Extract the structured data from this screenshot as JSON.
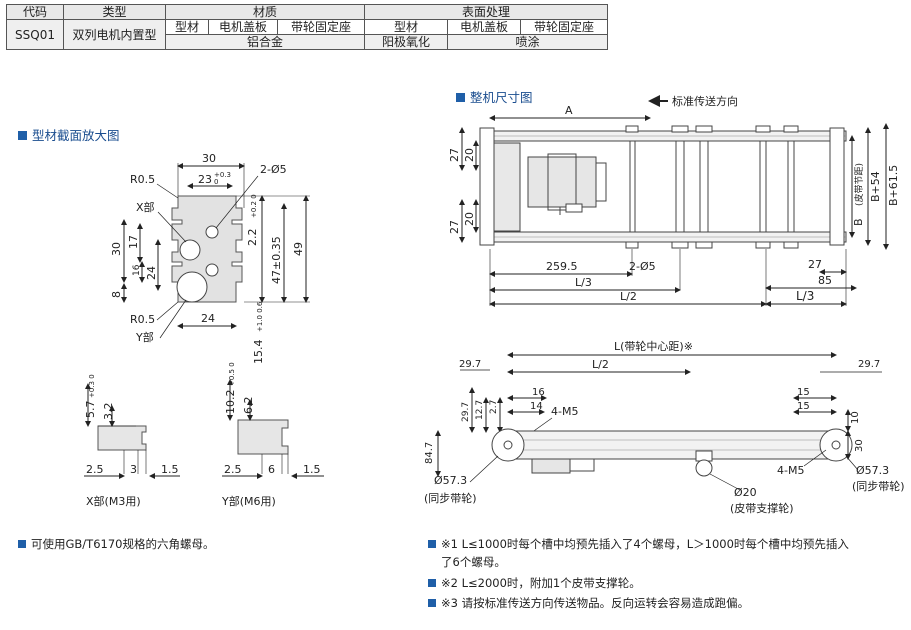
{
  "table": {
    "headers": {
      "code": "代码",
      "type": "类型",
      "material": "材质",
      "surface": "表面处理"
    },
    "subheaders": [
      "型材",
      "电机盖板",
      "带轮固定座",
      "型材",
      "电机盖板",
      "带轮固定座"
    ],
    "row": {
      "code": "SSQ01",
      "type": "双列电机内置型",
      "material": "铝合金",
      "surface_profile": "阳极氧化",
      "surface_other": "喷涂"
    }
  },
  "sections": {
    "profile": "型材截面放大图",
    "overall": "整机尺寸图"
  },
  "profile_labels": {
    "w30": "30",
    "w23": "23",
    "w23_tol": "+0.3 0",
    "r_top": "R0.5",
    "d5": "2-Ø5",
    "x_part": "X部",
    "h30": "30",
    "h17": "17",
    "h24": "24",
    "h16": "16",
    "h8": "8",
    "d22": "2.2",
    "d22_tol": "+0.2 0",
    "d47": "47±0.35",
    "h49": "49",
    "r_bot": "R0.5",
    "w24": "24",
    "y_part": "Y部",
    "d154": "15.4",
    "d154_tol": "+1.0 0.6"
  },
  "detail_x": {
    "a": "5.7",
    "a_tol": "+0.3 0",
    "b": "3.2",
    "c": "2.5",
    "d": "3",
    "e": "1.5",
    "caption": "X部(M3用)"
  },
  "detail_y": {
    "a": "10.2",
    "a_tol": "+0.5 0",
    "b": "6.2",
    "c": "2.5",
    "d": "6",
    "e": "1.5",
    "caption": "Y部(M6用)"
  },
  "top_view": {
    "arrow_label": "标准传送方向",
    "A": "A",
    "d27a": "27",
    "d20a": "20",
    "d27b": "27",
    "d20b": "20",
    "belt_pitch": "(皮带节距)",
    "B": "B",
    "B54": "B+54",
    "B615": "B+61.5",
    "d2595": "259.5",
    "d5": "2-Ø5",
    "L3a": "L/3",
    "L2": "L/2",
    "L3b": "L/3",
    "d27c": "27",
    "d85": "85"
  },
  "side_view": {
    "L_title": "L(带轮中心距)",
    "mark": "※",
    "L2": "L/2",
    "d297a": "29.7",
    "d297b": "29.7",
    "d127": "12.7",
    "d27": "2.7",
    "d16": "16",
    "d14": "14",
    "m5a": "4-M5",
    "d15a": "15",
    "d15b": "15",
    "d297c": "29.7",
    "d10": "10",
    "d30": "30",
    "d847": "84.7",
    "m5b": "4-M5",
    "d573a": "Ø57.3",
    "sync_a": "(同步带轮)",
    "d573b": "Ø57.3",
    "sync_b": "(同步带轮)",
    "d20": "Ø20",
    "support": "(皮带支撑轮)"
  },
  "notes": {
    "left": "可使用GB/T6170规格的六角螺母。",
    "n1_line1": "※1  L≤1000时每个槽中均预先插入了4个螺母，L＞1000时每个槽中均预先插入",
    "n1_line2": "了6个螺母。",
    "n2": "※2 L≤2000时，附加1个皮带支撑轮。",
    "n3": "※3 请按标准传送方向传送物品。反向运转会容易造成跑偏。"
  },
  "colors": {
    "accent": "#1f5fa8",
    "red": "#cc0000",
    "part": "#e6e6e6"
  }
}
